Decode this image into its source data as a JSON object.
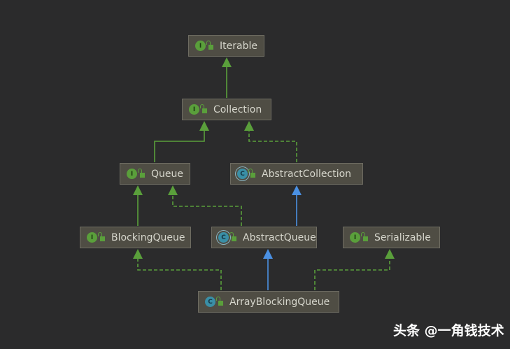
{
  "nodes": {
    "iterable": {
      "label": "Iterable",
      "kind": "I"
    },
    "collection": {
      "label": "Collection",
      "kind": "I"
    },
    "queue": {
      "label": "Queue",
      "kind": "I"
    },
    "abstract_collection": {
      "label": "AbstractCollection",
      "kind": "C"
    },
    "blocking_queue": {
      "label": "BlockingQueue",
      "kind": "I"
    },
    "abstract_queue": {
      "label": "AbstractQueue",
      "kind": "C"
    },
    "serializable": {
      "label": "Serializable",
      "kind": "I"
    },
    "array_blocking_queue": {
      "label": "ArrayBlockingQueue",
      "kind": "C"
    }
  },
  "colors": {
    "extends_interface": "#5a9f3b",
    "extends_class": "#4a90e2",
    "background": "#2b2b2c"
  },
  "watermark": "头条 @一角钱技术"
}
